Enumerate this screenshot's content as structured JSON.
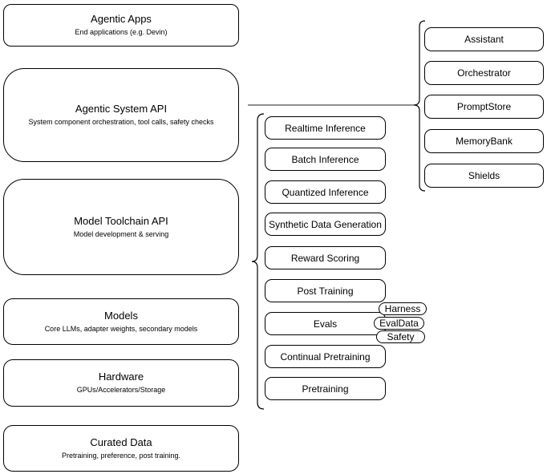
{
  "stack": [
    {
      "title": "Agentic Apps",
      "subtitle": "End applications (e.g. Devin)"
    },
    {
      "title": "Agentic System API",
      "subtitle": "System component orchestration, tool calls, safety checks"
    },
    {
      "title": "Model Toolchain API",
      "subtitle": "Model development & serving"
    },
    {
      "title": "Models",
      "subtitle": "Core LLMs, adapter weights, secondary models"
    },
    {
      "title": "Hardware",
      "subtitle": "GPUs/Accelerators/Storage"
    },
    {
      "title": "Curated Data",
      "subtitle": "Pretraining, preference, post training."
    }
  ],
  "toolchain_components": [
    "Realtime Inference",
    "Batch Inference",
    "Quantized Inference",
    "Synthetic Data Generation",
    "Reward Scoring",
    "Post Training",
    "Evals",
    "Continual Pretraining",
    "Pretraining"
  ],
  "evals_tags": [
    "Harness",
    "EvalData",
    "Safety"
  ],
  "system_components": [
    "Assistant",
    "Orchestrator",
    "PromptStore",
    "MemoryBank",
    "Shields"
  ],
  "colors": {
    "stroke": "#000000",
    "fill": "#ffffff",
    "connector_line": "#808080",
    "background": "#ffffff",
    "text": "#000000"
  }
}
